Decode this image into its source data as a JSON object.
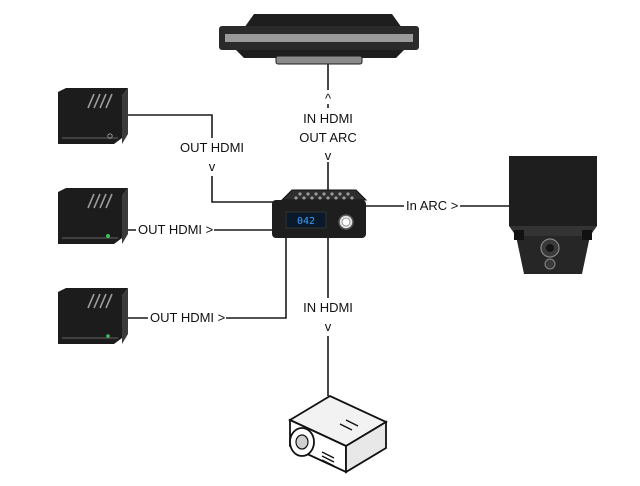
{
  "labels": {
    "tv_up_arrow": "^",
    "tv_in_hdmi": "IN HDMI",
    "tv_out_arc": "OUT ARC",
    "tv_down_arrow": "v",
    "src1_out_hdmi": "OUT HDMI",
    "src1_arrow": "v",
    "src2_out_hdmi": "OUT HDMI >",
    "src3_out_hdmi": "OUT HDMI >",
    "speaker_in_arc": "In ARC >",
    "proj_in_hdmi": "IN HDMI",
    "proj_arrow": "v"
  },
  "receiver": {
    "display": "042"
  },
  "colors": {
    "receiver_display_text": "#3aa0ff",
    "device_dark": "#1e1e1e",
    "tv_frame": "#8a8a8a"
  },
  "devices": {
    "tv": "tv-icon",
    "source_1": "set-top-box-icon",
    "source_2": "set-top-box-icon",
    "source_3": "set-top-box-icon",
    "receiver": "av-receiver-icon",
    "speaker": "speaker-icon",
    "projector": "projector-icon"
  }
}
